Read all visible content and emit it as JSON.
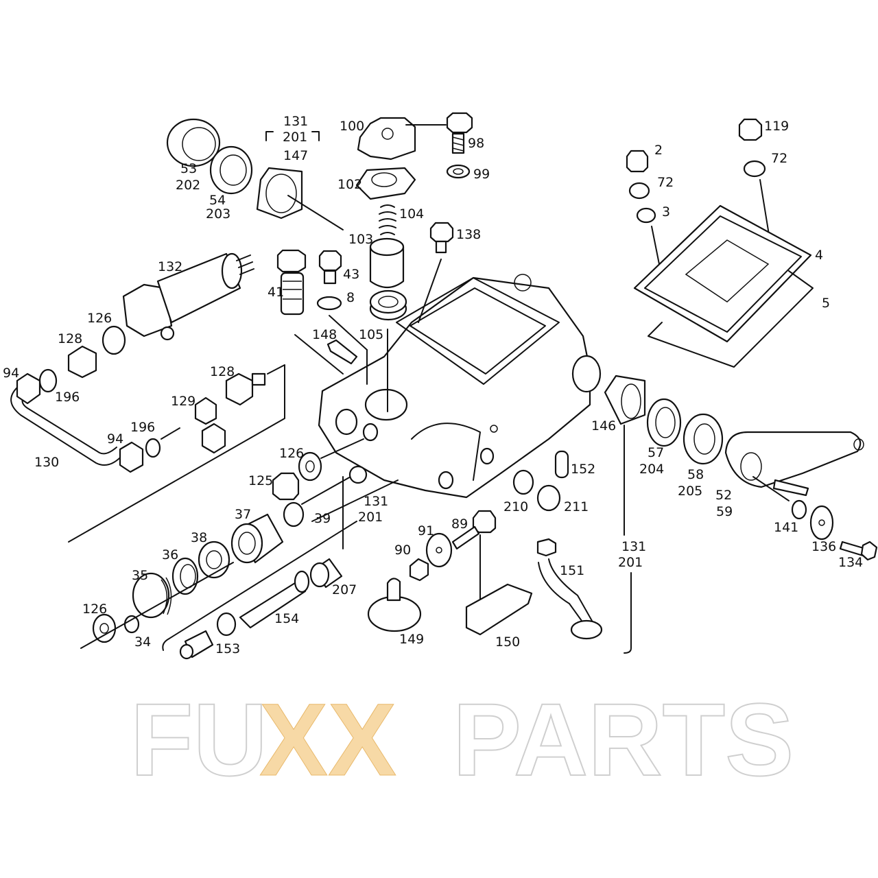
{
  "watermark": {
    "text_left": "FU",
    "text_x": "XX",
    "text_right": "PARTS",
    "accent_color": "#f7d9a6"
  },
  "labels": {
    "l53": "53",
    "l202": "202",
    "l54": "54",
    "l203": "203",
    "g_top_131": "131",
    "g_top_201": "201",
    "l147": "147",
    "l103": "103",
    "l100": "100",
    "l102": "102",
    "l104": "104",
    "l98": "98",
    "l99": "99",
    "l138": "138",
    "l2": "2",
    "l72a": "72",
    "l3": "3",
    "l119": "119",
    "l72b": "72",
    "l4": "4",
    "l5": "5",
    "l132": "132",
    "l126a": "126",
    "l128a": "128",
    "l94a": "94",
    "l196a": "196",
    "l128b": "128",
    "l129": "129",
    "l196b": "196",
    "l94b": "94",
    "l130": "130",
    "l41": "41",
    "l43": "43",
    "l8": "8",
    "l148": "148",
    "l105": "105",
    "l126b": "126",
    "l125": "125",
    "l131m": "131",
    "l201m": "201",
    "l39": "39",
    "l37": "37",
    "l38": "38",
    "l36": "36",
    "l35": "35",
    "l126c": "126",
    "l34": "34",
    "l207": "207",
    "l154": "154",
    "l153": "153",
    "l89": "89",
    "l91": "91",
    "l90": "90",
    "l149": "149",
    "l150": "150",
    "l151": "151",
    "l146": "146",
    "l152": "152",
    "l210": "210",
    "l211": "211",
    "l131r": "131",
    "l201r": "201",
    "l57": "57",
    "l204": "204",
    "l58": "58",
    "l205": "205",
    "l52": "52",
    "l59": "59",
    "l141": "141",
    "l136": "136",
    "l134": "134"
  }
}
